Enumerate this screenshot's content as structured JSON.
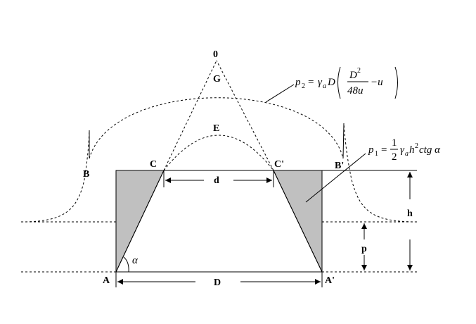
{
  "points": {
    "O": "0",
    "G": "G",
    "E": "E",
    "B_left": "B",
    "B_right": "B'",
    "C_left": "C",
    "C_right": "C'",
    "A_left": "A",
    "A_right": "A'"
  },
  "dimensions": {
    "d": "d",
    "D": "D",
    "h": "h",
    "p": "p",
    "alpha": "α"
  },
  "formula_p2": {
    "lhs": "p",
    "lhs_sub": "2",
    "eq": "=",
    "gamma": "γ",
    "gamma_sub": "a",
    "D": "D",
    "num_D": "D",
    "num_exp": "2",
    "den": "48u",
    "minus_u": "−u"
  },
  "formula_p1": {
    "lhs": "p",
    "lhs_sub": "1",
    "eq": "=",
    "frac_num": "1",
    "frac_den": "2",
    "gamma": "γ",
    "gamma_sub": "a",
    "h": "h",
    "h_exp": "2",
    "tail": "ctg α"
  },
  "colors": {
    "shade": "#c0c0c0",
    "stroke": "#000000"
  }
}
